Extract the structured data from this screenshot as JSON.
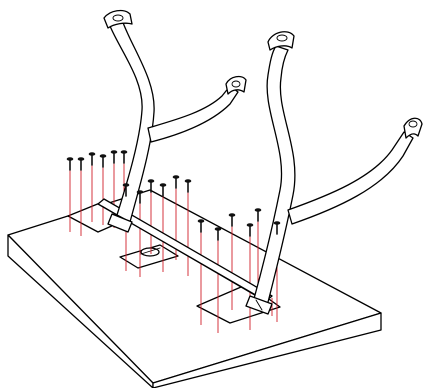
{
  "diagram": {
    "parts": [
      "tabletop",
      "steel-leg-frame",
      "mounting-plates",
      "wood-screws",
      "center-bracket"
    ],
    "colors": {
      "line": "#000000",
      "guide": "#d0202a",
      "screw": "#111111",
      "background": "#ffffff"
    }
  }
}
